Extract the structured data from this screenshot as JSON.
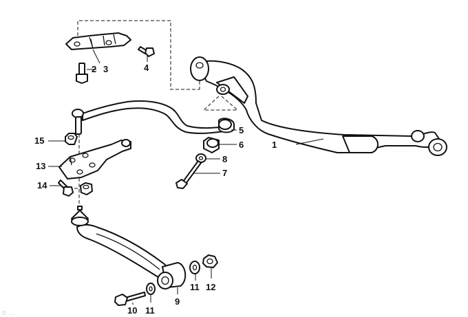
{
  "callouts": {
    "c1": "1",
    "c2": "2",
    "c3": "3",
    "c4": "4",
    "c5": "5",
    "c6": "6",
    "c7": "7",
    "c8": "8",
    "c9": "9",
    "c10": "10",
    "c11a": "11",
    "c11b": "11",
    "c12": "12",
    "c13": "13",
    "c14": "14",
    "c15": "15"
  },
  "watermark": "© ...",
  "colors": {
    "line": "#111111",
    "background": "#ffffff"
  }
}
